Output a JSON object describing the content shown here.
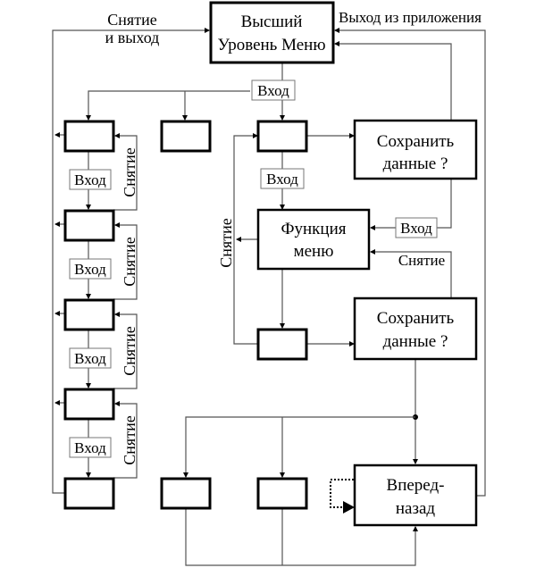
{
  "diagram": {
    "type": "menu-navigation-flowchart",
    "nodes": {
      "top_menu": [
        "Высший",
        "Уровень Меню"
      ],
      "save_1": [
        "Сохранить",
        "данные ?"
      ],
      "function_menu": [
        "Функция",
        "меню"
      ],
      "save_2": [
        "Сохранить",
        "данные ?"
      ],
      "forward_back": [
        "Вперед-",
        "назад"
      ]
    },
    "labels": {
      "cancel_exit": [
        "Снятие",
        "и выход"
      ],
      "exit_app": "Выход из приложения",
      "enter": "Вход",
      "cancel": "Снятие"
    },
    "left_chain": {
      "enter_labels": [
        "Вход",
        "Вход",
        "Вход",
        "Вход"
      ],
      "cancel_labels": [
        "Снятие",
        "Снятие",
        "Снятие",
        "Снятие"
      ]
    }
  }
}
